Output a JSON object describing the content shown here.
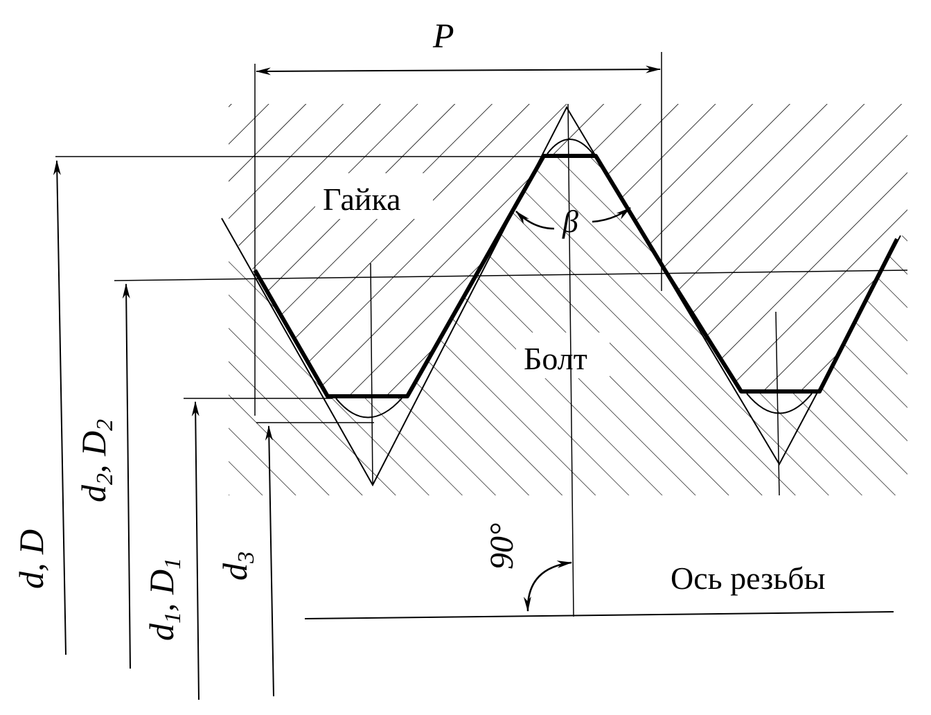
{
  "labels": {
    "pitch": "P",
    "nut": "Гайка",
    "bolt": "Болт",
    "angle_beta": "β",
    "axis": "Ось резьбы",
    "right_angle": "90°"
  },
  "dimensions": {
    "outer": {
      "main": "d",
      "main2": "D",
      "sep": ", "
    },
    "pitch_diam": {
      "main": "d",
      "sub": "2",
      "main2": "D",
      "sub2": "2",
      "sep": ", "
    },
    "inner": {
      "main": "d",
      "sub": "1",
      "main2": "D",
      "sub2": "1",
      "sep": ", "
    },
    "bolt_minor": {
      "main": "d",
      "sub": "3"
    }
  },
  "colors": {
    "line": "#000000",
    "background": "#ffffff"
  }
}
